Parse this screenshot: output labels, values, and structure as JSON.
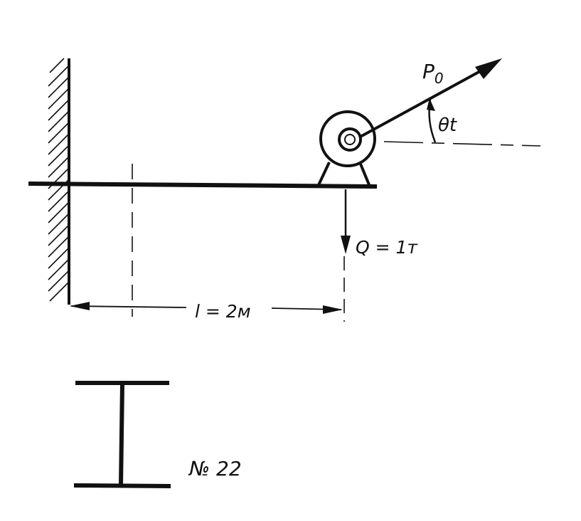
{
  "labels": {
    "force_amplitude": "P",
    "force_amplitude_subscript": "0",
    "angle": "θt",
    "load": "Q = 1т",
    "span": "l = 2м",
    "section": "№ 22"
  },
  "colors": {
    "ink": "#111111",
    "background": "#ffffff"
  }
}
